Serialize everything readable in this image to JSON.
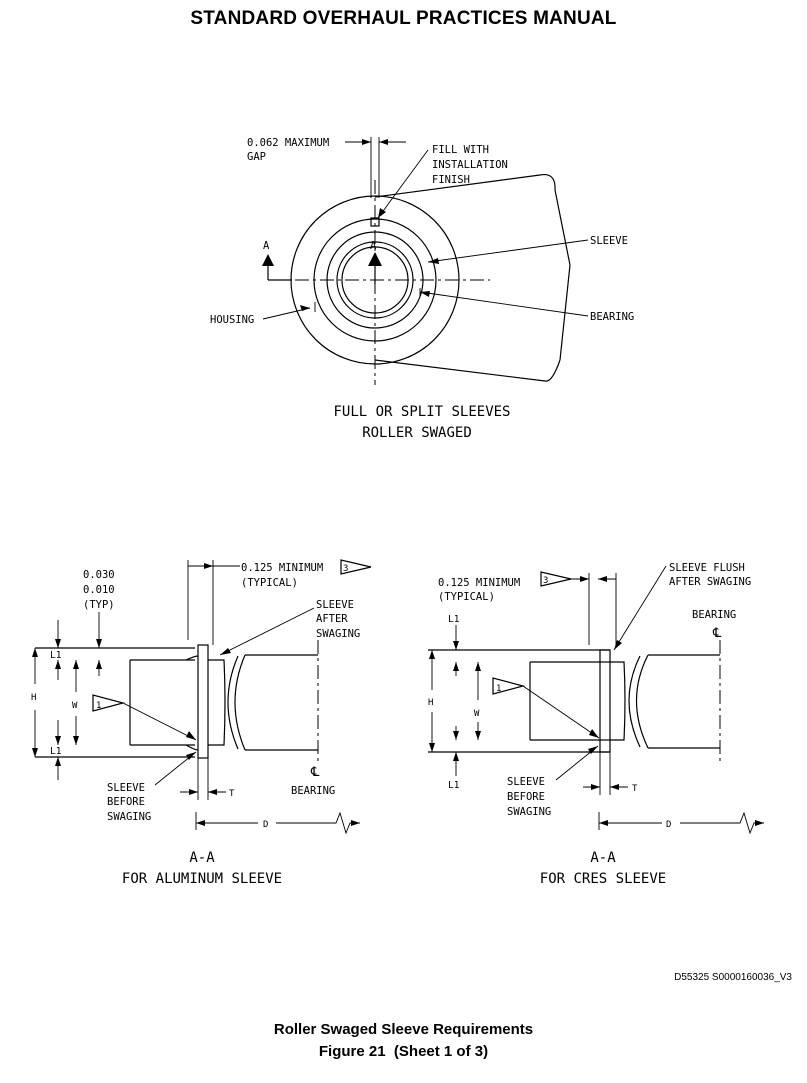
{
  "header": {
    "title": "STANDARD OVERHAUL PRACTICES MANUAL"
  },
  "top_view": {
    "gap_label_1": "0.062 MAXIMUM",
    "gap_label_2": "GAP",
    "fill_label_1": "FILL WITH",
    "fill_label_2": "INSTALLATION",
    "fill_label_3": "FINISH",
    "section_marker": "A",
    "sleeve": "SLEEVE",
    "bearing": "BEARING",
    "housing": "HOUSING",
    "caption_1": "FULL OR SPLIT SLEEVES",
    "caption_2": "ROLLER SWAGED"
  },
  "left_section": {
    "dim_1": "0.030",
    "dim_2": "0.010",
    "dim_3": "(TYP)",
    "min_1": "0.125 MINIMUM",
    "min_2": "(TYPICAL)",
    "flag_3": "3",
    "flag_1": "1",
    "sleeve_after_1": "SLEEVE",
    "sleeve_after_2": "AFTER",
    "sleeve_after_3": "SWAGING",
    "l1": "L1",
    "h": "H",
    "w": "W",
    "sleeve_before_1": "SLEEVE",
    "sleeve_before_2": "BEFORE",
    "sleeve_before_3": "SWAGING",
    "t": "T",
    "d": "D",
    "bearing": "BEARING",
    "caption_1": "A-A",
    "caption_2": "FOR ALUMINUM SLEEVE"
  },
  "right_section": {
    "min_1": "0.125 MINIMUM",
    "min_2": "(TYPICAL)",
    "flag_3": "3",
    "flag_1": "1",
    "flush_1": "SLEEVE FLUSH",
    "flush_2": "AFTER SWAGING",
    "bearing": "BEARING",
    "l1": "L1",
    "h": "H",
    "w": "W",
    "sleeve_before_1": "SLEEVE",
    "sleeve_before_2": "BEFORE",
    "sleeve_before_3": "SWAGING",
    "t": "T",
    "d": "D",
    "caption_1": "A-A",
    "caption_2": "FOR CRES SLEEVE"
  },
  "footer": {
    "ref": "D55325 S0000160036_V3",
    "title": "Roller Swaged Sleeve Requirements",
    "figure": "Figure 21  (Sheet 1 of 3)"
  }
}
